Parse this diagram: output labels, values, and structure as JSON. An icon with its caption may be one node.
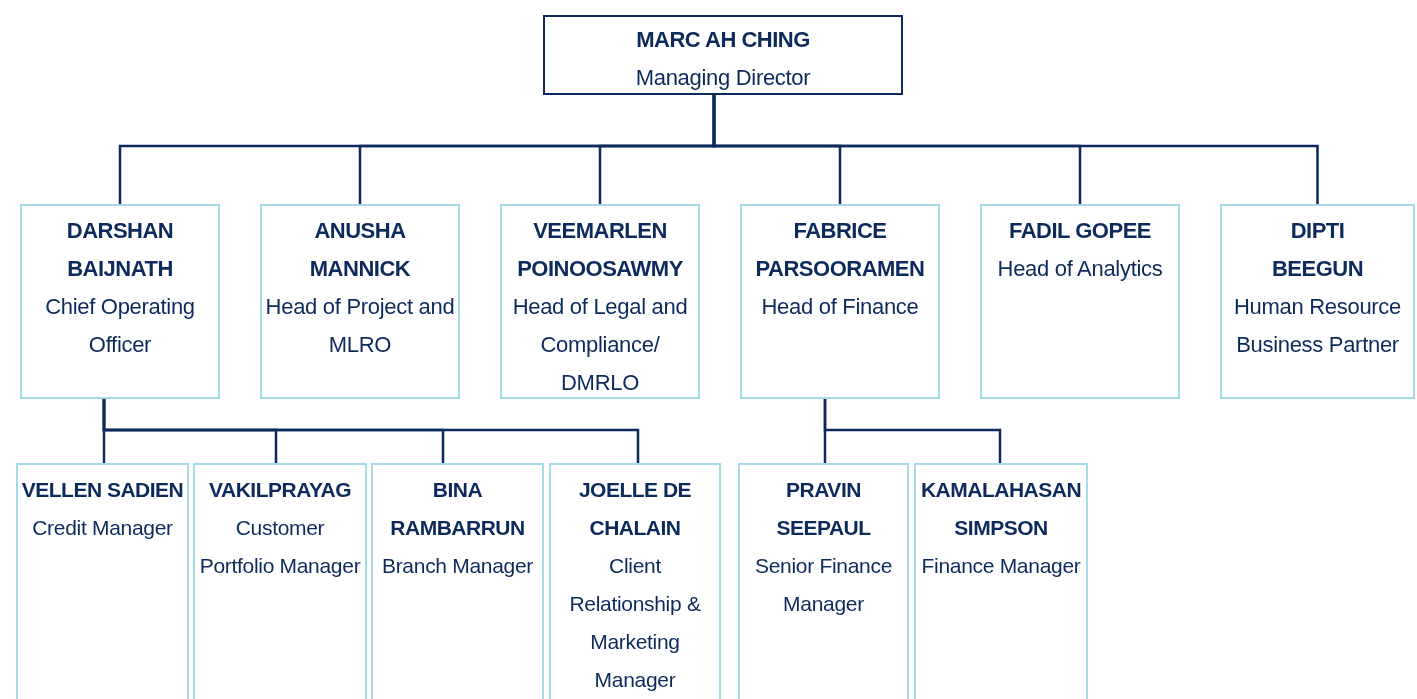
{
  "diagram": {
    "nodes": [
      {
        "text": [
          "MARC AH CHING",
          "Managing Director"
        ]
      },
      {
        "text": [
          "DARSHAN BAIJNATH",
          "Chief Operating Officer"
        ]
      },
      {
        "text": [
          "ANUSHA MANNICK",
          "Head of Project and MLRO"
        ]
      },
      {
        "text": [
          "VEEMARLEN POINOOSAWMY",
          "Head of Legal and Compliance/ DMRLO"
        ]
      },
      {
        "text": [
          "FABRICE PARSOORAMEN",
          "Head of Finance"
        ]
      },
      {
        "text": [
          "FADIL GOPEE",
          "Head of Analytics"
        ]
      },
      {
        "text": [
          "DIPTI BEEGUN",
          "Human Resource Business Partner"
        ]
      },
      {
        "text": [
          "VELLEN SADIEN",
          "Credit Manager"
        ]
      },
      {
        "text": [
          "VAKILPRAYAG",
          "Customer Portfolio Manager"
        ]
      },
      {
        "text": [
          "BINA RAMBARRUN",
          "Branch Manager"
        ]
      },
      {
        "text": [
          "JOELLE DE CHALAIN",
          "Client Relationship & Marketing Manager"
        ]
      },
      {
        "text": [
          "PRAVIN SEEPAUL",
          "Senior Finance Manager"
        ]
      },
      {
        "text": [
          "KAMALAHASAN SIMPSON",
          "Finance Manager"
        ]
      }
    ],
    "edges": [
      {
        "from": 0,
        "to": 1,
        "arrow": "none"
      },
      {
        "from": 0,
        "to": 2,
        "arrow": "none"
      },
      {
        "from": 0,
        "to": 3,
        "arrow": "none"
      },
      {
        "from": 0,
        "to": 4,
        "arrow": "none"
      },
      {
        "from": 0,
        "to": 5,
        "arrow": "none"
      },
      {
        "from": 0,
        "to": 6,
        "arrow": "none"
      },
      {
        "from": 1,
        "to": 7,
        "arrow": "none"
      },
      {
        "from": 1,
        "to": 8,
        "arrow": "none"
      },
      {
        "from": 1,
        "to": 9,
        "arrow": "none"
      },
      {
        "from": 1,
        "to": 10,
        "arrow": "none"
      },
      {
        "from": 4,
        "to": 11,
        "arrow": "none"
      },
      {
        "from": 4,
        "to": 12,
        "arrow": "none"
      }
    ]
  }
}
